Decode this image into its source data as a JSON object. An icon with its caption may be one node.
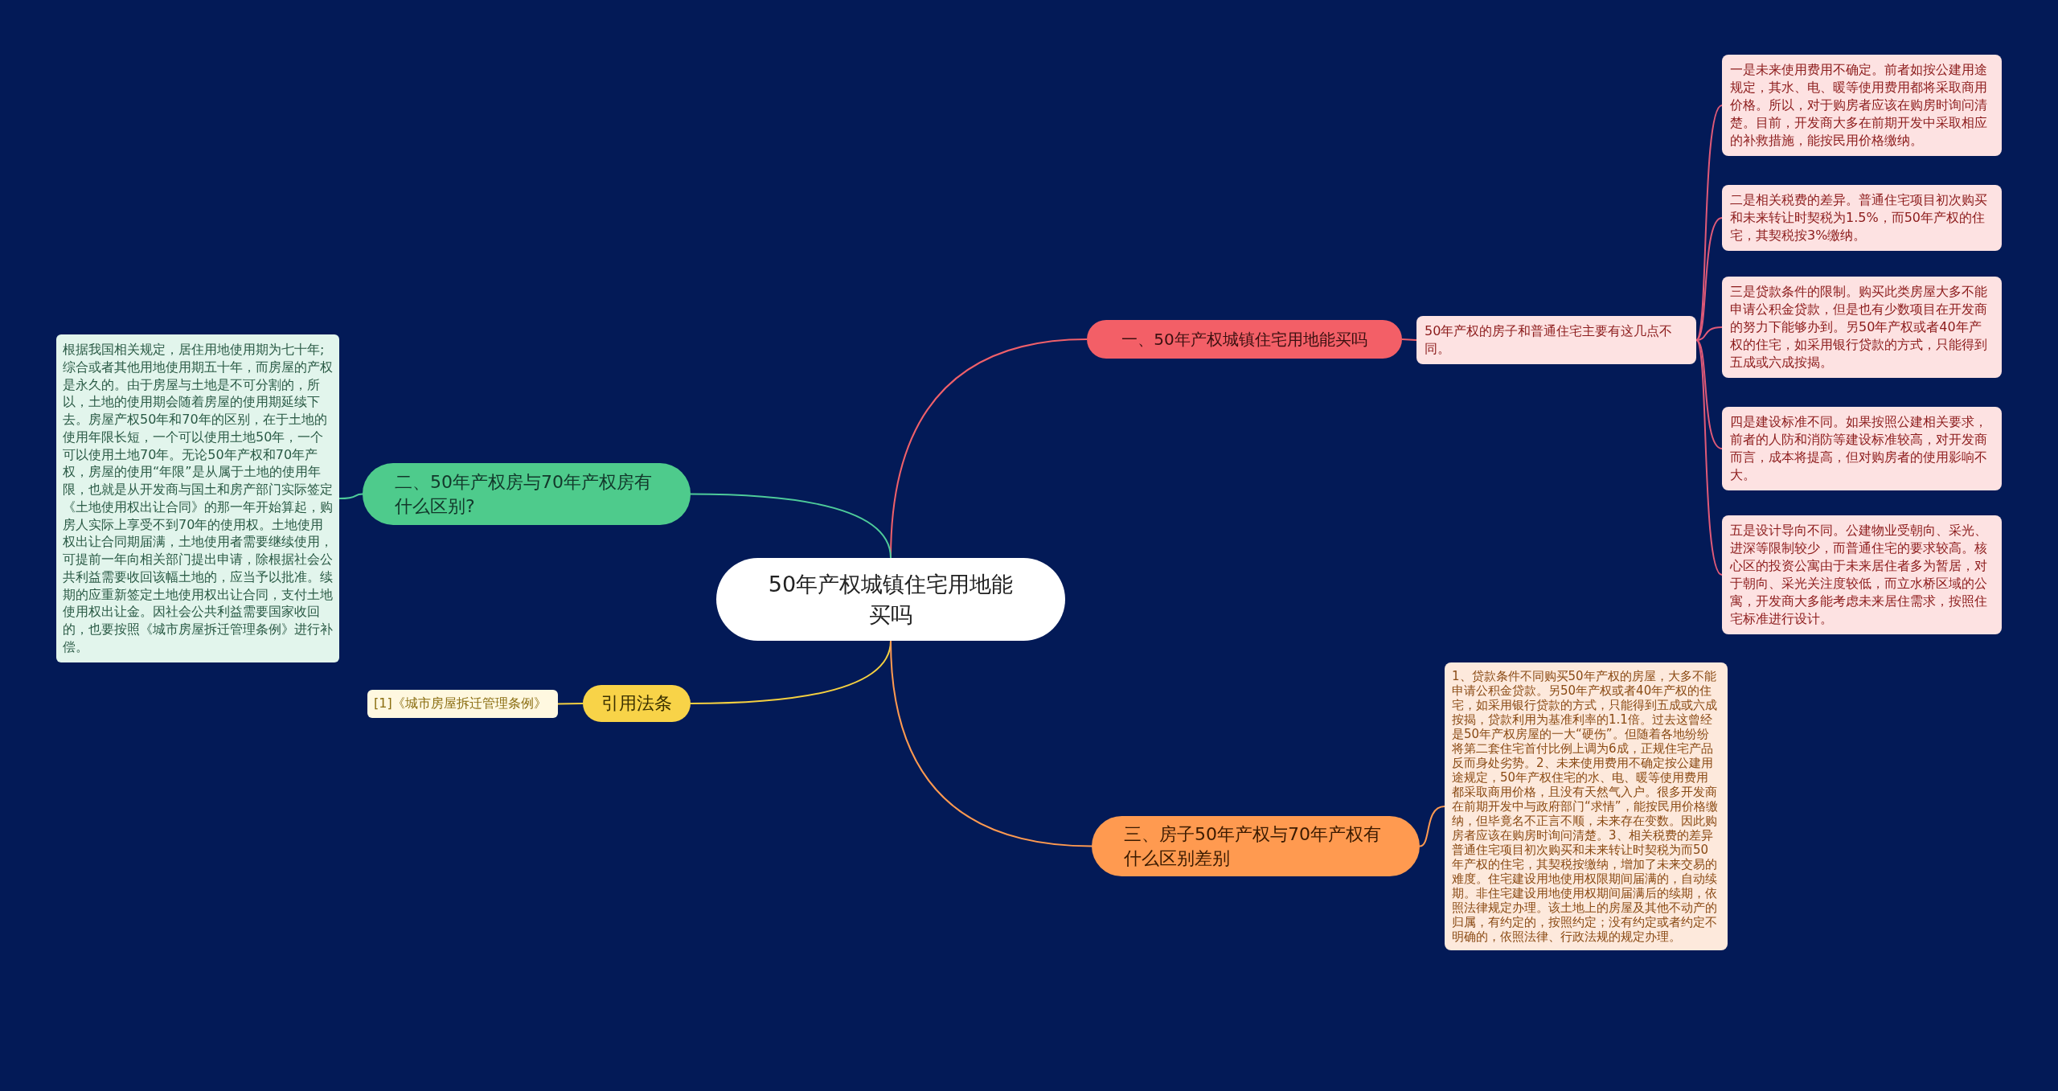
{
  "diagram": {
    "nodes": [
      {
        "text": [
          "50年产权城镇住宅用地能买吗"
        ]
      },
      {
        "text": [
          "一、50年产权城镇住宅用地能买吗"
        ]
      },
      {
        "text": [
          "50年产权的房子和普通住宅主要有这几点不同。"
        ]
      },
      {
        "text": [
          "一是未来使用费用不确定。前者如按公建用途规定，其水、电、暖等使用费用都将采取商用价格。所以，对于购房者应该在购房时询问清楚。目前，开发商大多在前期开发中采取相应的补救措施，能按民用价格缴纳。"
        ]
      },
      {
        "text": [
          "二是相关税费的差异。普通住宅项目初次购买和未来转让时契税为1.5%，而50年产权的住宅，其契税按3%缴纳。"
        ]
      },
      {
        "text": [
          "三是贷款条件的限制。购买此类房屋大多不能申请公积金贷款，但是也有少数项目在开发商的努力下能够办到。另50年产权或者40年产权的住宅，如采用银行贷款的方式，只能得到五成或六成按揭。"
        ]
      },
      {
        "text": [
          "四是建设标准不同。如果按照公建相关要求，前者的人防和消防等建设标准较高，对开发商而言，成本将提高，但对购房者的使用影响不大。"
        ]
      },
      {
        "text": [
          "五是设计导向不同。公建物业受朝向、采光、进深等限制较少，而普通住宅的要求较高。核心区的投资公寓由于未来居住者多为暂居，对于朝向、采光关注度较低，而立水桥区域的公寓，开发商大多能考虑未来居住需求，按照住宅标准进行设计。"
        ]
      },
      {
        "text": [
          "二、50年产权房与70年产权房有什么区别?"
        ]
      },
      {
        "text": [
          "根据我国相关规定，居住用地使用期为七十年;综合或者其他用地使用期五十年，而房屋的产权是永久的。由于房屋与土地是不可分割的，所以，土地的使用期会随着房屋的使用期延续下去。房屋产权50年和70年的区别，在于土地的使用年限长短，一个可以使用土地50年，一个可以使用土地70年。无论50年产权和70年产权，房屋的使用“年限”是从属于土地的使用年限，也就是从开发商与国土和房产部门实际签定《土地使用权出让合同》的那一年开始算起，购房人实际上享受不到70年的使用权。土地使用权出让合同期届满，土地使用者需要继续使用，可提前一年向相关部门提出申请，除根据社会公共利益需要收回该幅土地的，应当予以批准。续期的应重新签定土地使用权出让合同，支付土地使用权出让金。因社会公共利益需要国家收回的，也要按照《城市房屋拆迁管理条例》进行补偿。"
        ]
      },
      {
        "text": [
          "引用法条"
        ]
      },
      {
        "text": [
          "[1]《城市房屋拆迁管理条例》"
        ]
      },
      {
        "text": [
          "三、房子50年产权与70年产权有什么区别差别"
        ]
      },
      {
        "text": [
          "1、贷款条件不同购买50年产权的房屋，大多不能申请公积金贷款。另50年产权或者40年产权的住宅，如采用银行贷款的方式，只能得到五成或六成按揭，贷款利用为基准利率的1.1倍。过去这曾经是50年产权房屋的一大“硬伤”。但随着各地纷纷将第二套住宅首付比例上调为6成，正规住宅产品反而身处劣势。2、未来使用费用不确定按公建用途规定，50年产权住宅的水、电、暖等使用费用都采取商用价格，且没有天然气入户。很多开发商在前期开发中与政府部门“求情”，能按民用价格缴纳，但毕竟名不正言不顺，未来存在变数。因此购房者应该在购房时询问清楚。3、相关税费的差异普通住宅项目初次购买和未来转让时契税为而50年产权的住宅，其契税按缴纳，增加了未来交易的难度。住宅建设用地使用权限期间届满的，自动续期。非住宅建设用地使用权期间届满后的续期，依照法律规定办理。该土地上的房屋及其他不动产的归属，有约定的，按照约定；没有约定或者约定不明确的，依照法律、行政法规的规定办理。"
        ]
      }
    ],
    "edges": [
      {
        "from": 0,
        "to": 1,
        "arrow": "none",
        "color": "#f0606a"
      },
      {
        "from": 1,
        "to": 2,
        "arrow": "none",
        "color": "#f0606a"
      },
      {
        "from": 2,
        "to": 3,
        "arrow": "none",
        "color": "#e05a78"
      },
      {
        "from": 2,
        "to": 4,
        "arrow": "none",
        "color": "#e05a78"
      },
      {
        "from": 2,
        "to": 5,
        "arrow": "none",
        "color": "#e05a78"
      },
      {
        "from": 2,
        "to": 6,
        "arrow": "none",
        "color": "#e05a78"
      },
      {
        "from": 2,
        "to": 7,
        "arrow": "none",
        "color": "#e05a78"
      },
      {
        "from": 0,
        "to": 8,
        "arrow": "none",
        "color": "#4ecb9a"
      },
      {
        "from": 8,
        "to": 9,
        "arrow": "none",
        "color": "#4ecb9a"
      },
      {
        "from": 0,
        "to": 10,
        "arrow": "none",
        "color": "#f5d040"
      },
      {
        "from": 10,
        "to": 11,
        "arrow": "none",
        "color": "#f5d040"
      },
      {
        "from": 0,
        "to": 12,
        "arrow": "none",
        "color": "#ff9a50"
      },
      {
        "from": 12,
        "to": 13,
        "arrow": "none",
        "color": "#ff9a50"
      }
    ]
  }
}
